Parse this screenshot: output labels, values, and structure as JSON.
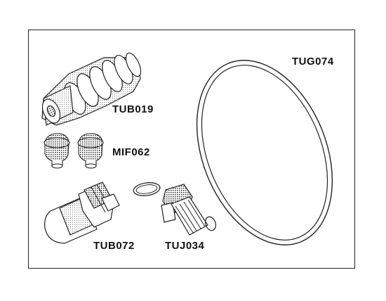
{
  "parts": {
    "tug074": {
      "code": "TUG074",
      "item": "o-ring-gasket"
    },
    "tub019": {
      "code": "TUB019",
      "item": "bellows-sleeve"
    },
    "mif062": {
      "code": "MIF062",
      "item": "mesh-filter-pair"
    },
    "tub072": {
      "code": "TUB072",
      "item": "strainer-fitting"
    },
    "tuj034": {
      "code": "TUJ034",
      "item": "threaded-valve-with-ring"
    }
  },
  "colors": {
    "line": "#222222",
    "background": "#ffffff"
  }
}
